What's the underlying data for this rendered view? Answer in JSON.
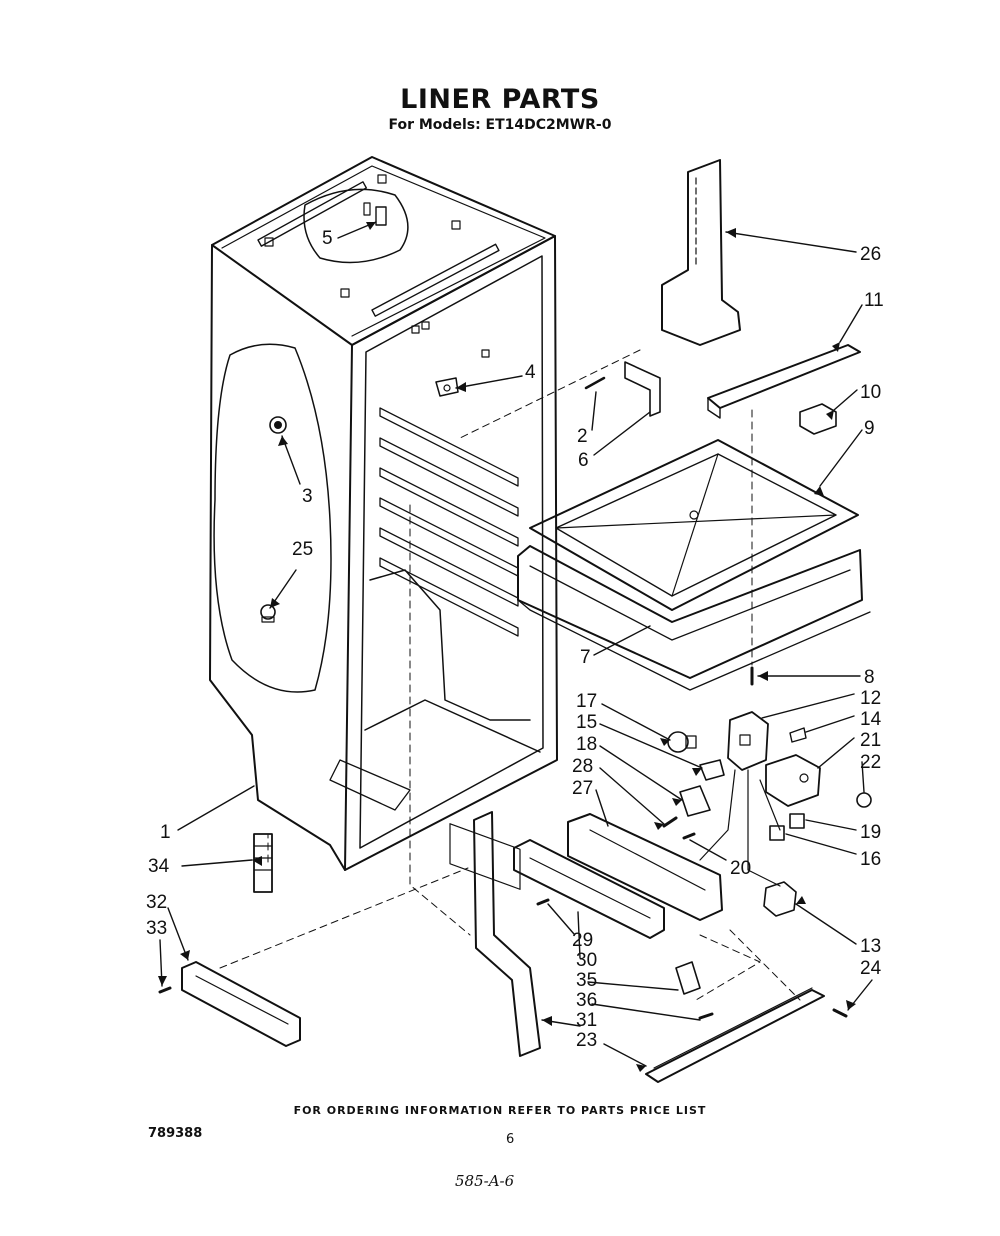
{
  "header": {
    "title": "LINER PARTS",
    "subtitle": "For Models: ET14DC2MWR-0"
  },
  "footer": {
    "ordering_note": "FOR ORDERING INFORMATION REFER TO PARTS PRICE LIST",
    "doc_number": "789388",
    "page_number": "6",
    "handwritten": "585-A-6"
  },
  "parts": {
    "p1": "1",
    "p2": "2",
    "p3": "3",
    "p4": "4",
    "p5": "5",
    "p6": "6",
    "p7": "7",
    "p8": "8",
    "p9": "9",
    "p10": "10",
    "p11": "11",
    "p12": "12",
    "p13": "13",
    "p14": "14",
    "p15": "15",
    "p16": "16",
    "p17": "17",
    "p18": "18",
    "p19": "19",
    "p20": "20",
    "p21": "21",
    "p22": "22",
    "p23": "23",
    "p24": "24",
    "p25": "25",
    "p26": "26",
    "p27": "27",
    "p28": "28",
    "p29": "29",
    "p30": "30",
    "p31": "31",
    "p32": "32",
    "p33": "33",
    "p34": "34",
    "p35": "35",
    "p36": "36"
  }
}
